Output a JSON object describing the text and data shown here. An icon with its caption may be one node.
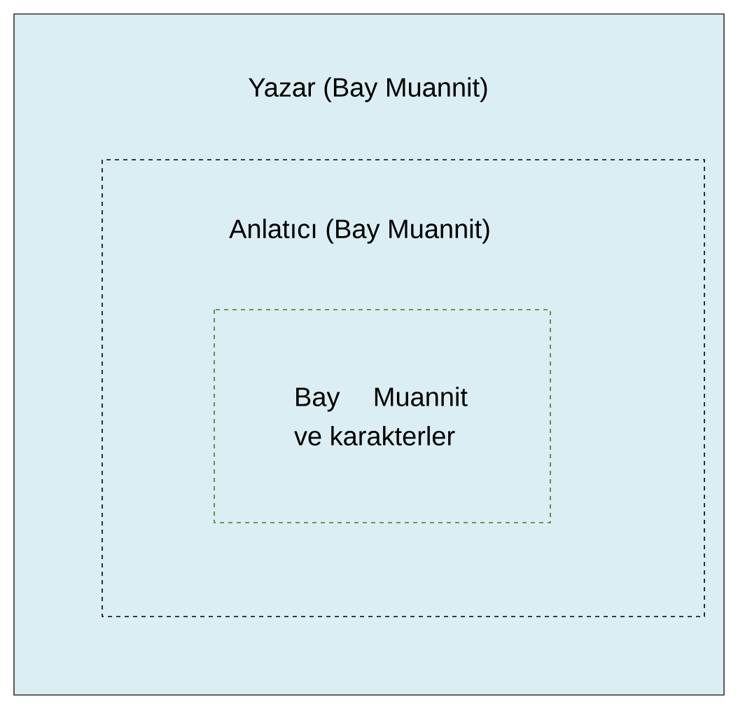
{
  "diagram": {
    "nodes": [
      {
        "text": [
          "Yazar (Bay Muannit)"
        ]
      },
      {
        "text": [
          "Anlatıcı (Bay Muannit)"
        ],
        "in": 0
      },
      {
        "text": [
          "Bay Muannit ve karakterler"
        ],
        "in": 1
      }
    ]
  }
}
